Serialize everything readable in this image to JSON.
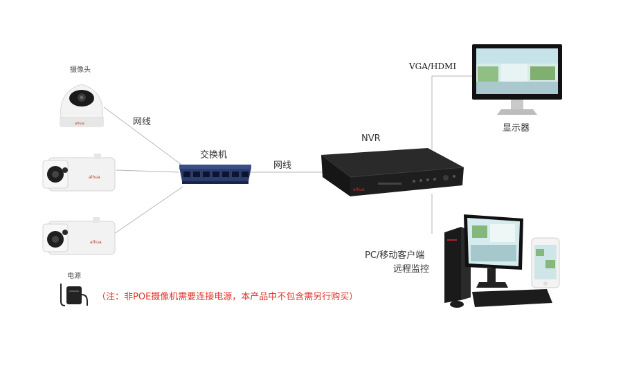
{
  "labels": {
    "camera": "摄像头",
    "cable_left": "网线",
    "switch": "交换机",
    "cable_mid": "网线",
    "nvr": "NVR",
    "vga": "VGA/HDMI",
    "display": "显示器",
    "pc_line1": "PC/移动客户端",
    "pc_line2": "远程监控",
    "power": "电源",
    "note": "（注：非POE摄像机需要连接电源，本产品中不包含需另行购买）",
    "brand": "alhua"
  },
  "colors": {
    "line": "#b5b5b5",
    "note": "#e0332a",
    "device_dark": "#1e1e1e",
    "camera_body": "#f1f1f1",
    "switch_blue": "#2b3c6e"
  }
}
